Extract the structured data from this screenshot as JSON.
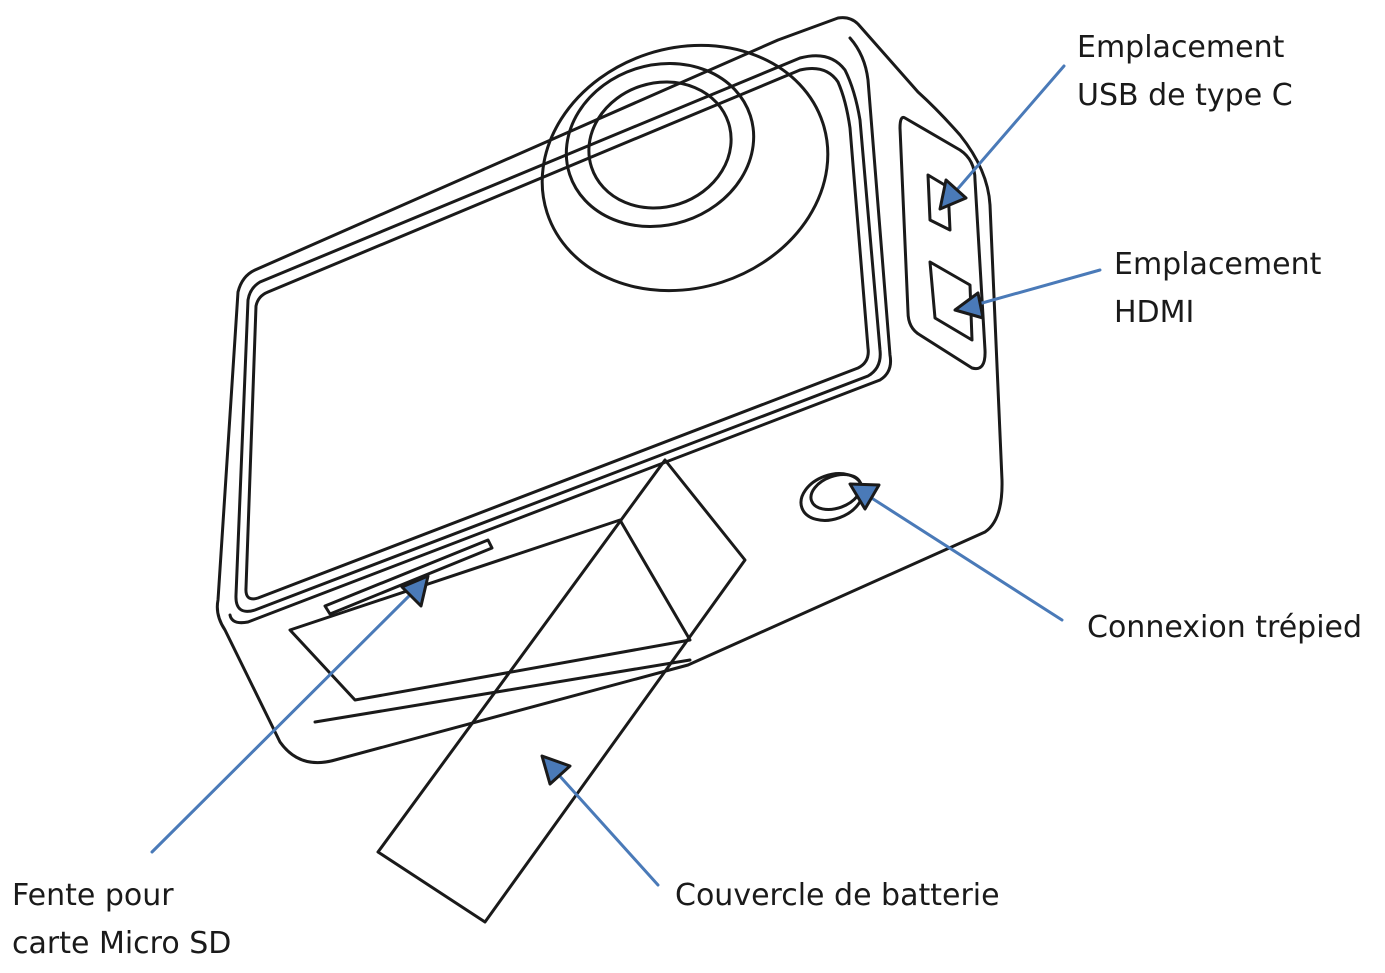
{
  "diagram": {
    "subject": "action-camera",
    "labels": {
      "usb": [
        "Emplacement",
        "USB de type C"
      ],
      "hdmi": [
        "Emplacement",
        "HDMI"
      ],
      "tripod": [
        "Connexion trépied"
      ],
      "battery": [
        "Couvercle de batterie"
      ],
      "sd": [
        "Fente pour",
        "carte Micro SD"
      ]
    },
    "arrow_color": "#4a7ab8",
    "line_color": "#1a1a1a"
  }
}
